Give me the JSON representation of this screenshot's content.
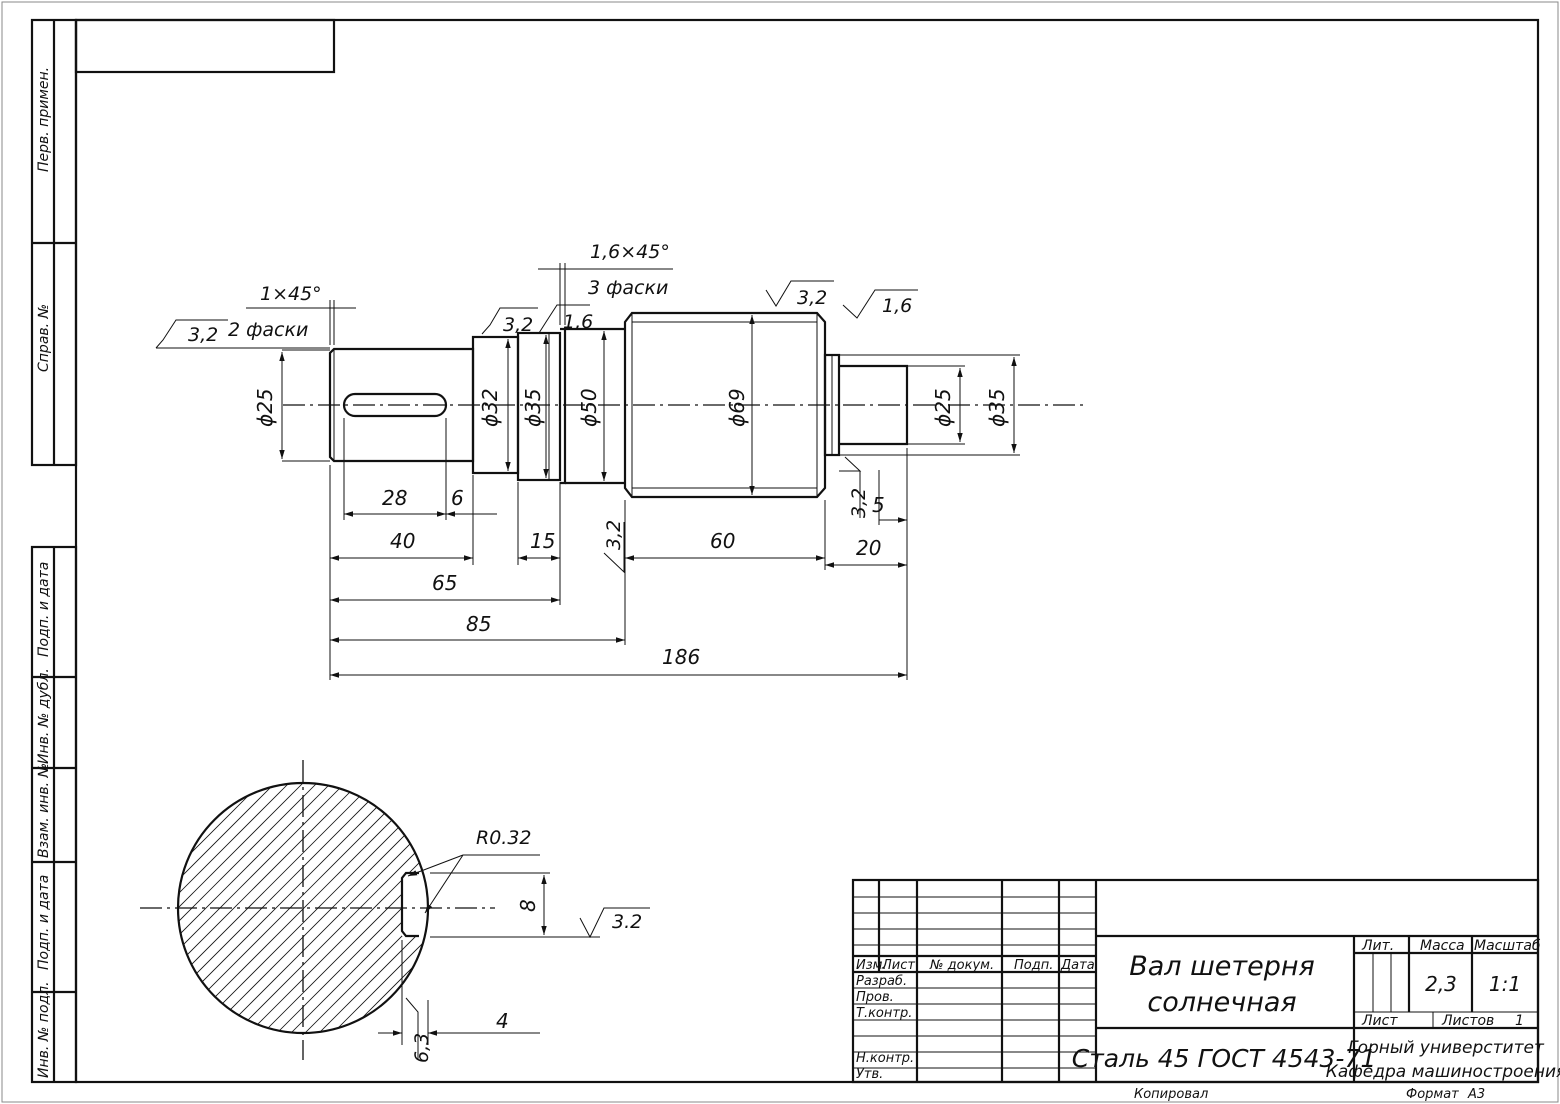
{
  "side_stamps": {
    "perv_primen": "Перв. примен.",
    "sprav_no": "Справ. №",
    "podp_data_1": "Подп. и дата",
    "inv_dubl": "Инв. № дубл.",
    "vzam_inv": "Взам. инв. №",
    "podp_data_2": "Подп. и дата",
    "inv_podl": "Инв. № подл."
  },
  "shaft": {
    "chamfer_left": "1×45°",
    "chamfer_left_count": "2 фаски",
    "chamfer_right": "1,6×45°",
    "chamfer_right_count": "3 фаски",
    "roughness_left": "3,2",
    "roughness_d32": "3,2",
    "roughness_d35": "1,6",
    "roughness_d69": "3,2",
    "roughness_d69_right": "1,6",
    "roughness_mid": "3,2",
    "roughness_right_end": "3,2",
    "dia_25_left": "ϕ25",
    "dia_32": "ϕ32",
    "dia_35_left": "ϕ35",
    "dia_50": "ϕ50",
    "dia_69": "ϕ69",
    "dia_25_right": "ϕ25",
    "dia_35_right": "ϕ35",
    "dim_28": "28",
    "dim_6": "6",
    "dim_40": "40",
    "dim_15": "15",
    "dim_60": "60",
    "dim_5": "5",
    "dim_20": "20",
    "dim_65": "65",
    "dim_85": "85",
    "dim_186": "186"
  },
  "section": {
    "radius_label": "R0.32",
    "dim_8": "8",
    "roughness": "3.2",
    "dim_4": "4",
    "dim_63": "6,3"
  },
  "title_block": {
    "name_line1": "Вал шетерня",
    "name_line2": "солнечная",
    "material": "Сталь 45 ГОСТ 4543-71",
    "org_line1": "Горный универститет",
    "org_line2": "Кафедра машиностроения",
    "lit_label": "Лит.",
    "mass_label": "Масса",
    "scale_label": "Масштаб",
    "mass_value": "2,3",
    "scale_value": "1:1",
    "sheet_label": "Лист",
    "sheets_label": "Листов",
    "sheets_value": "1",
    "izm": "Изм.",
    "list": "Лист",
    "doc_no": "№ докум.",
    "podp": "Подп.",
    "data": "Дата",
    "razrab": "Разраб.",
    "prov": "Пров.",
    "tkontr": "Т.контр.",
    "nkontr": "Н.контр.",
    "utv": "Утв.",
    "kopiroval": "Копировал",
    "format_label": "Формат",
    "format_value": "А3"
  }
}
